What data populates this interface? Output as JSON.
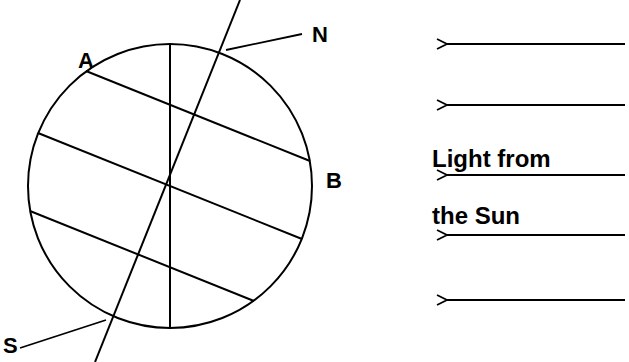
{
  "diagram": {
    "labels": [
      "N",
      "A",
      "Light from the Sun",
      "B",
      "S"
    ]
  }
}
